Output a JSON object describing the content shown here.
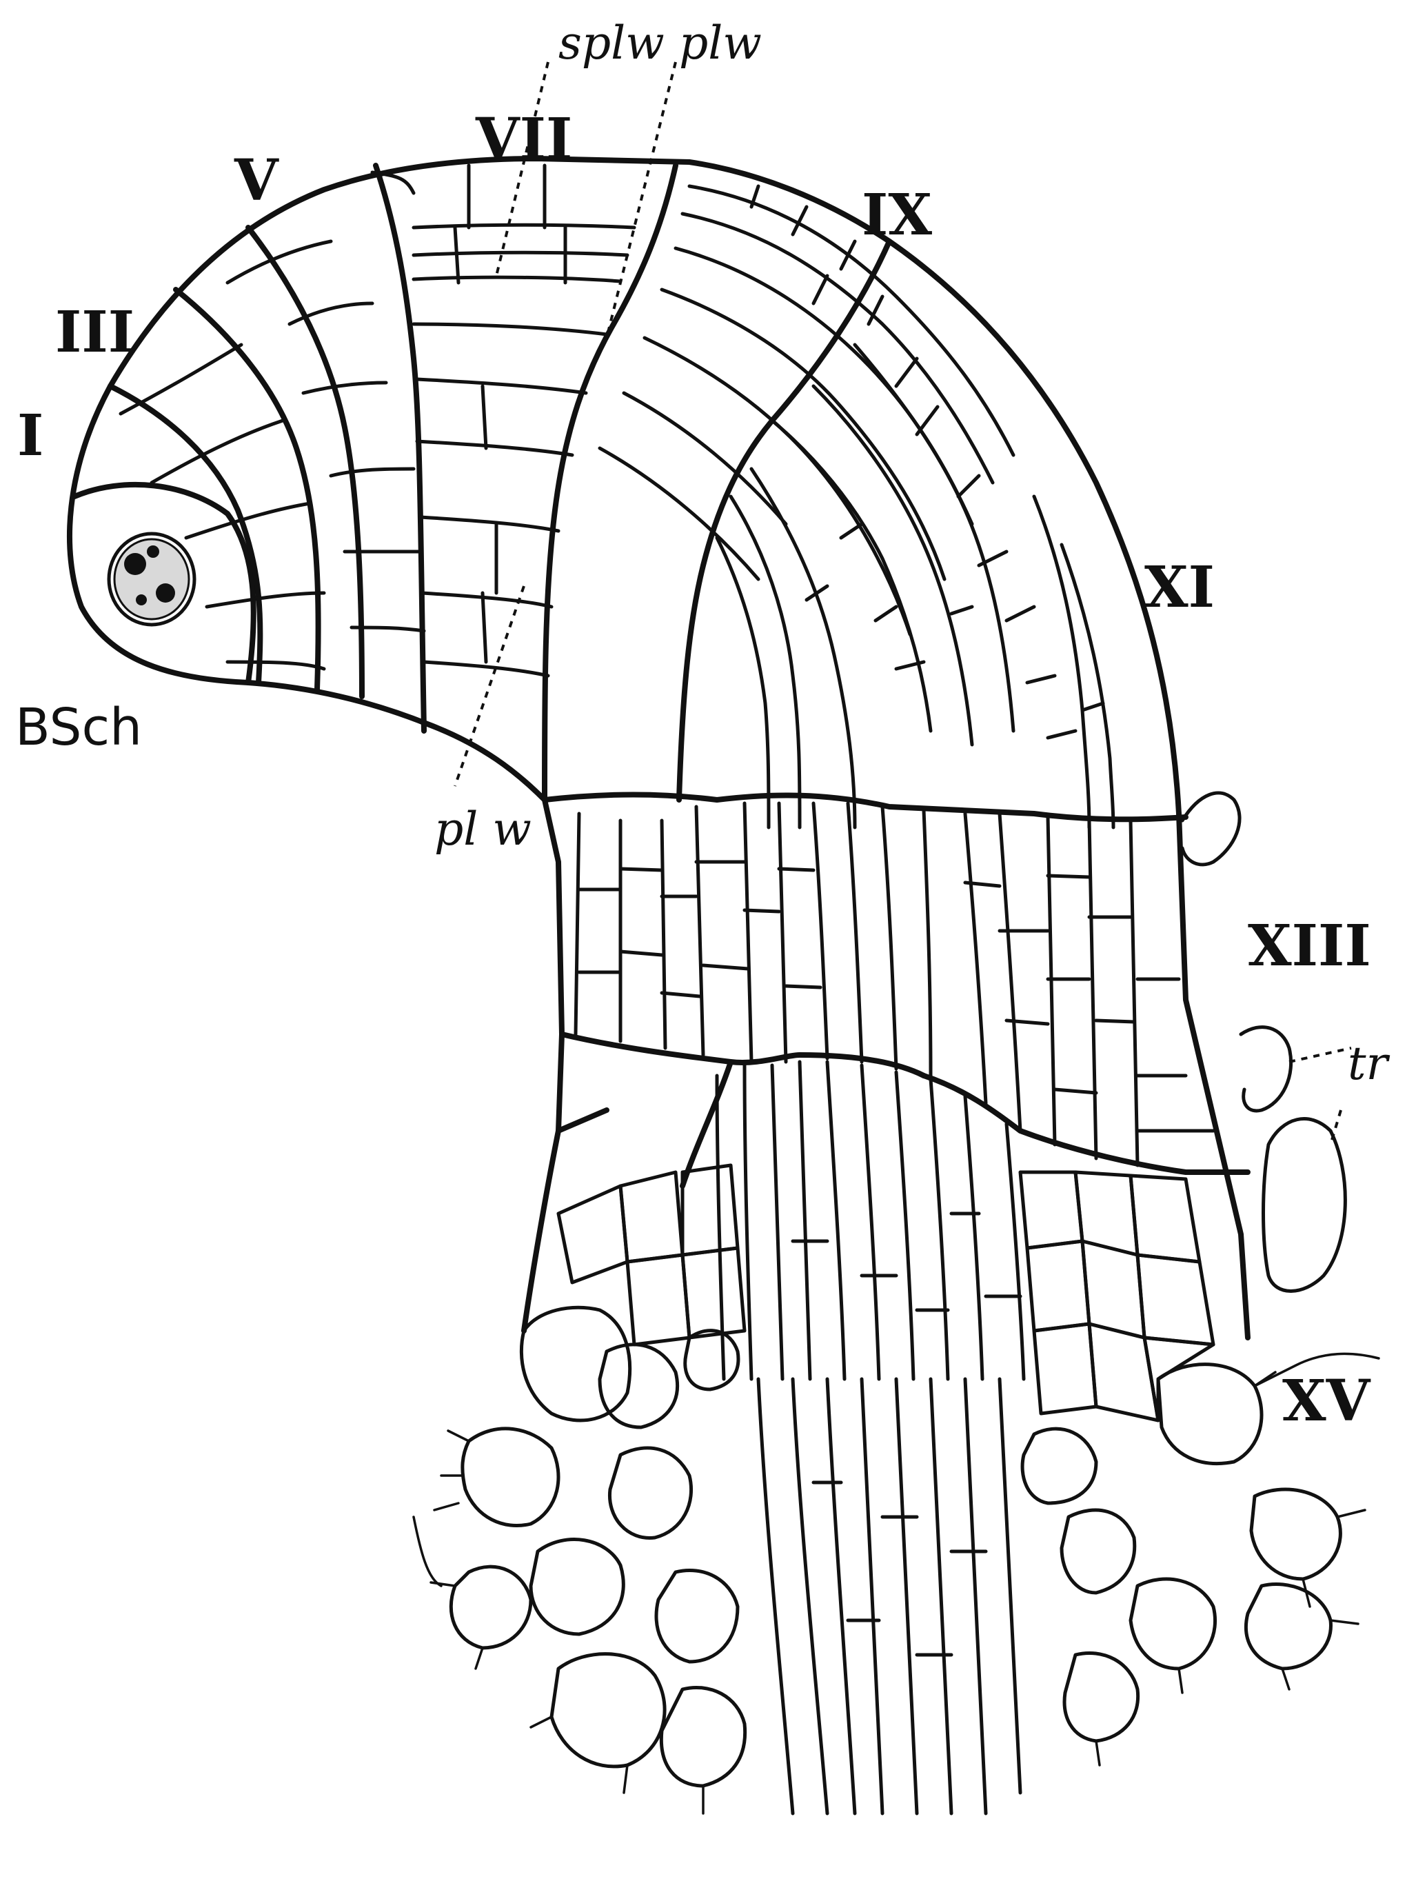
{
  "figure": {
    "labels": {
      "roman_I": "I",
      "roman_III": "III",
      "roman_V": "V",
      "roman_VII": "VII",
      "roman_IX": "IX",
      "roman_XI": "XI",
      "roman_XIII": "XIII",
      "roman_XV": "XV",
      "bsch": "BSch",
      "splw": "splw",
      "plw_top": "plw",
      "plw_bottom": "pl w",
      "tr": "tr"
    }
  }
}
